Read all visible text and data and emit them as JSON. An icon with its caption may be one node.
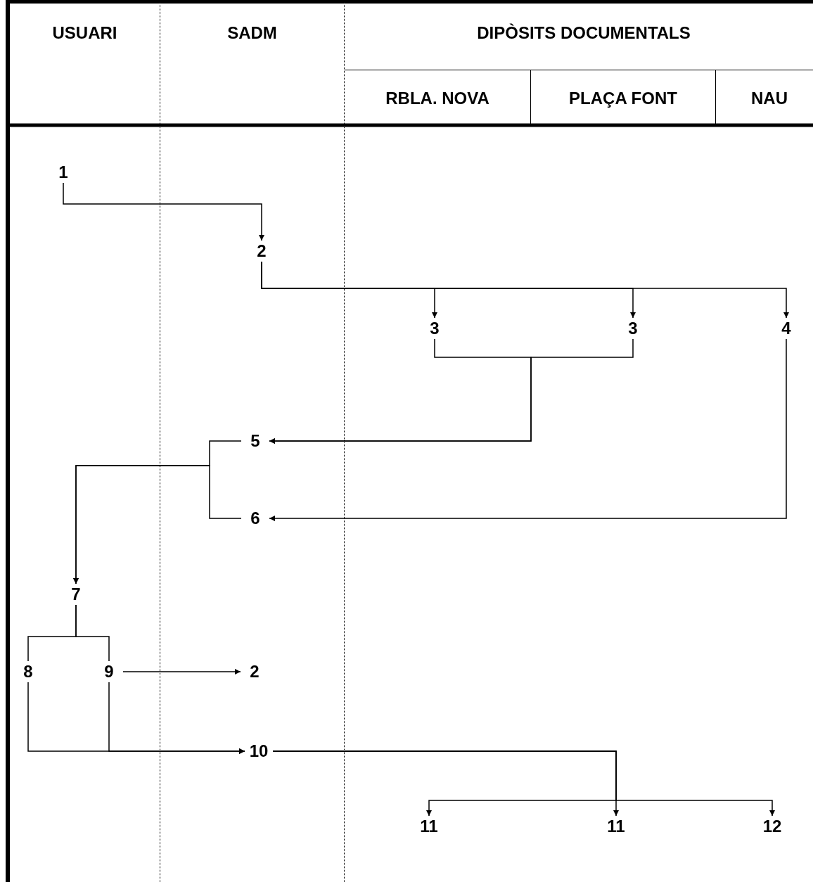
{
  "diagram": {
    "nodes": [
      {
        "text": [
          "USUARI"
        ]
      },
      {
        "text": [
          "SADM"
        ]
      },
      {
        "text": [
          "DIPÒSITS DOCUMENTALS"
        ]
      },
      {
        "text": [
          "RBLA. NOVA"
        ],
        "in": 2
      },
      {
        "text": [
          "PLAÇA FONT"
        ],
        "in": 2
      },
      {
        "text": [
          "NAU"
        ],
        "in": 2
      },
      {
        "text": [
          "1"
        ],
        "in": 0
      },
      {
        "text": [
          "2"
        ],
        "in": 1
      },
      {
        "text": [
          "3"
        ],
        "in": 2
      },
      {
        "text": [
          "3"
        ],
        "in": 2
      },
      {
        "text": [
          "4"
        ],
        "in": 2
      },
      {
        "text": [
          "5"
        ],
        "in": 1
      },
      {
        "text": [
          "6"
        ],
        "in": 1
      },
      {
        "text": [
          "7"
        ],
        "in": 0
      },
      {
        "text": [
          "8"
        ],
        "in": 0
      },
      {
        "text": [
          "9"
        ],
        "in": 0
      },
      {
        "text": [
          "2"
        ],
        "in": 1
      },
      {
        "text": [
          "10"
        ],
        "in": 1
      },
      {
        "text": [
          "11"
        ],
        "in": 2
      },
      {
        "text": [
          "11"
        ],
        "in": 2
      },
      {
        "text": [
          "12"
        ],
        "in": 2
      }
    ],
    "edges": [
      {
        "from": 6,
        "to": 7,
        "arrow": "to"
      },
      {
        "from": 7,
        "to": 8,
        "arrow": "to"
      },
      {
        "from": 7,
        "to": 9,
        "arrow": "to"
      },
      {
        "from": 7,
        "to": 10,
        "arrow": "to"
      },
      {
        "from": 8,
        "to": 11,
        "arrow": "to"
      },
      {
        "from": 9,
        "to": 11,
        "arrow": "to"
      },
      {
        "from": 10,
        "to": 12,
        "arrow": "to"
      },
      {
        "from": 11,
        "to": 13,
        "arrow": "to"
      },
      {
        "from": 12,
        "to": 13,
        "arrow": "to"
      },
      {
        "from": 13,
        "to": 14,
        "arrow": "none"
      },
      {
        "from": 13,
        "to": 15,
        "arrow": "none"
      },
      {
        "from": 15,
        "to": 16,
        "arrow": "to"
      },
      {
        "from": 14,
        "to": 17,
        "arrow": "to"
      },
      {
        "from": 15,
        "to": 17,
        "arrow": "to"
      },
      {
        "from": 17,
        "to": 18,
        "arrow": "to"
      },
      {
        "from": 17,
        "to": 19,
        "arrow": "to"
      },
      {
        "from": 17,
        "to": 20,
        "arrow": "to"
      }
    ]
  }
}
